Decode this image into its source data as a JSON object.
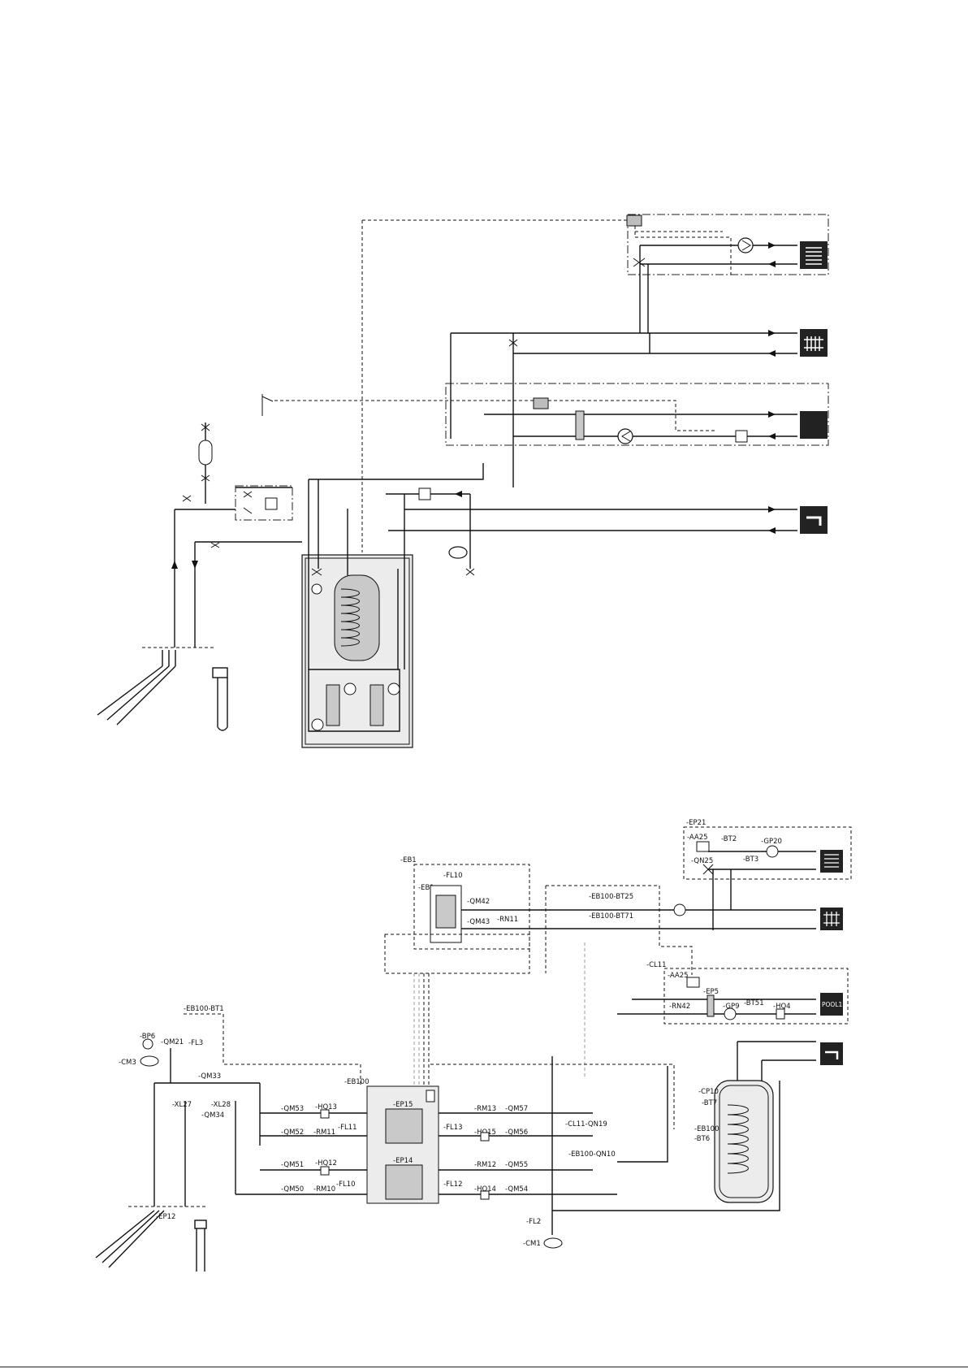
{
  "labels": {
    "ep21": "-EP21",
    "aa25_a": "-AA25",
    "bt2": "-BT2",
    "gp20": "-GP20",
    "qn25": "-QN25",
    "bt3": "-BT3",
    "eb1_outer": "-EB1",
    "fl10_top": "-FL10",
    "eb1_inner": "-EB1",
    "qm42": "-QM42",
    "qm43": "-QM43",
    "rn11": "-RN11",
    "eb100_bt25": "-EB100-BT25",
    "eb100_bt71": "-EB100-BT71",
    "cl11": "-CL11",
    "aa25_b": "-AA25",
    "ep5": "-EP5",
    "rn42": "-RN42",
    "gp9": "-GP9",
    "bt51": "-BT51",
    "hq4": "-HQ4",
    "eb100_bt1": "-EB100-BT1",
    "bp6": "-BP6",
    "qm21": "-QM21",
    "fl3": "-FL3",
    "cm3": "-CM3",
    "qm33": "-QM33",
    "xl27": "-XL27",
    "xl28": "-XL28",
    "qm34": "-QM34",
    "eb100": "-EB100",
    "qm53": "-QM53",
    "hq13": "-HQ13",
    "ep15": "-EP15",
    "rm13": "-RM13",
    "qm57": "-QM57",
    "qm52": "-QM52",
    "rm11": "-RM11",
    "fl11": "-FL11",
    "fl13": "-FL13",
    "hq15": "-HQ15",
    "qm56": "-QM56",
    "qm51": "-QM51",
    "hq12": "-HQ12",
    "ep14": "-EP14",
    "rm12": "-RM12",
    "qm55": "-QM55",
    "qm50": "-QM50",
    "rm10": "-RM10",
    "fl10_b": "-FL10",
    "fl12": "-FL12",
    "hq14": "-HQ14",
    "qm54": "-QM54",
    "cl11_qn19": "-CL11-QN19",
    "eb100_qn10": "-EB100-QN10",
    "cp10": "-CP10",
    "bt7": "-BT7",
    "eb100_b": "-EB100",
    "bt6": "-BT6",
    "ep12": "-EP12",
    "fl2": "-FL2",
    "cm1": "-CM1",
    "pool": "POOL1"
  },
  "icons": [
    "floor-heating-icon",
    "radiator-icon",
    "pool-icon",
    "water-tap-icon",
    "ground-collector-icon",
    "borehole-icon",
    "expansion-vessel-icon",
    "pump-icon",
    "valve-icon"
  ]
}
